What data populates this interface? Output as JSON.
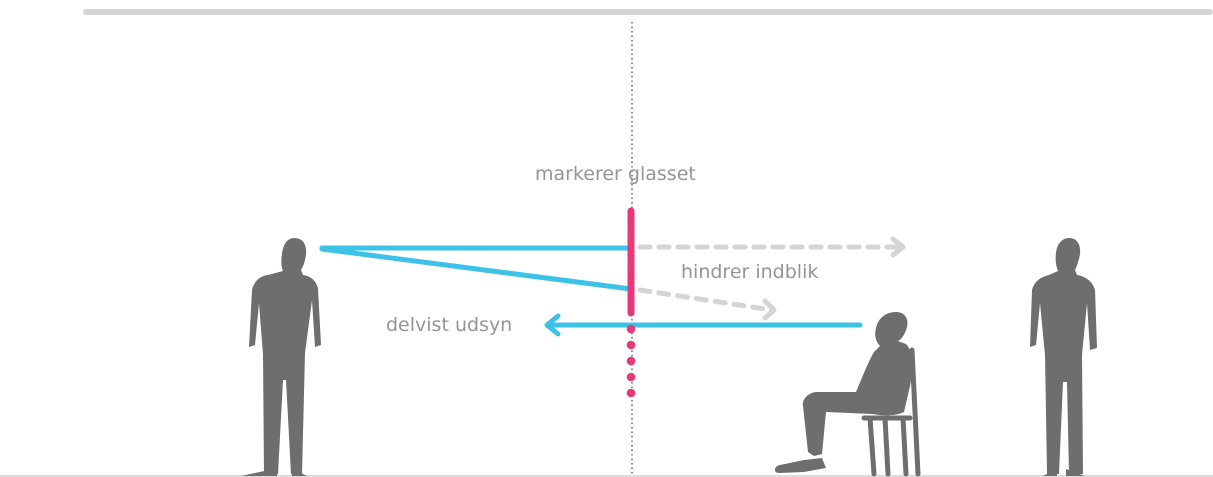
{
  "labels": {
    "glass": "markerer glasset",
    "blocks": "hindrer indblik",
    "view": "delvist udsyn"
  },
  "colors": {
    "sight_line": "#3cc2e6",
    "marking": "#e8387a",
    "blocked_arrow": "#d4d4d4",
    "figure": "#6d6e70",
    "ceiling": "#d4d4d4",
    "floor": "#cfcfcf",
    "glass_line": "#6d6e70",
    "label_text": "#939598"
  },
  "icons": {
    "left_person": "standing-person-icon",
    "seated_person": "seated-person-icon",
    "right_person": "standing-person-icon",
    "chair": "chair-icon"
  }
}
